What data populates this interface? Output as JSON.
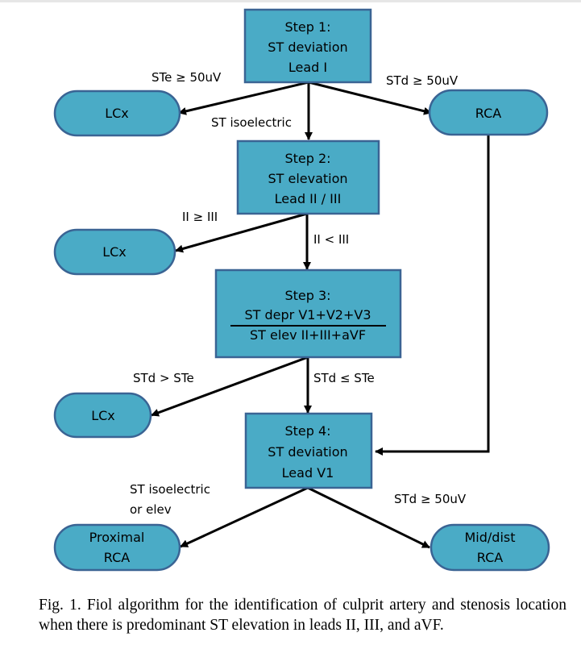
{
  "steps": {
    "step1": {
      "title": "Step 1:",
      "line1": "ST deviation",
      "line2": "Lead I"
    },
    "step2": {
      "title": "Step 2:",
      "line1": "ST elevation",
      "line2": "Lead II / III"
    },
    "step3": {
      "title": "Step 3:",
      "numerator": "ST depr V1+V2+V3",
      "denominator": "ST elev II+III+aVF"
    },
    "step4": {
      "title": "Step 4:",
      "line1": "ST deviation",
      "line2": "Lead V1"
    }
  },
  "outcomes": {
    "lcx1": "LCx",
    "rca": "RCA",
    "lcx2": "LCx",
    "lcx3": "LCx",
    "proximal_rca": {
      "line1": "Proximal",
      "line2": "RCA"
    },
    "middist_rca": {
      "line1": "Mid/dist",
      "line2": "RCA"
    }
  },
  "edge_labels": {
    "step1_to_lcx": "STe ≥ 50uV",
    "step1_to_rca": "STd ≥ 50uV",
    "step1_to_step2": "ST isoelectric",
    "step2_to_lcx": "II ≥ III",
    "step2_to_step3": "II < III",
    "step3_to_lcx": "STd > STe",
    "step3_to_step4": "STd ≤ STe",
    "step4_to_proximal": {
      "line1": "ST isoelectric",
      "line2": "or elev"
    },
    "step4_to_middist": "STd ≥ 50uV"
  },
  "caption": "Fig. 1. Fiol algorithm for the identification of culprit artery and stenosis location when there is predominant ST elevation in leads II, III, and aVF."
}
